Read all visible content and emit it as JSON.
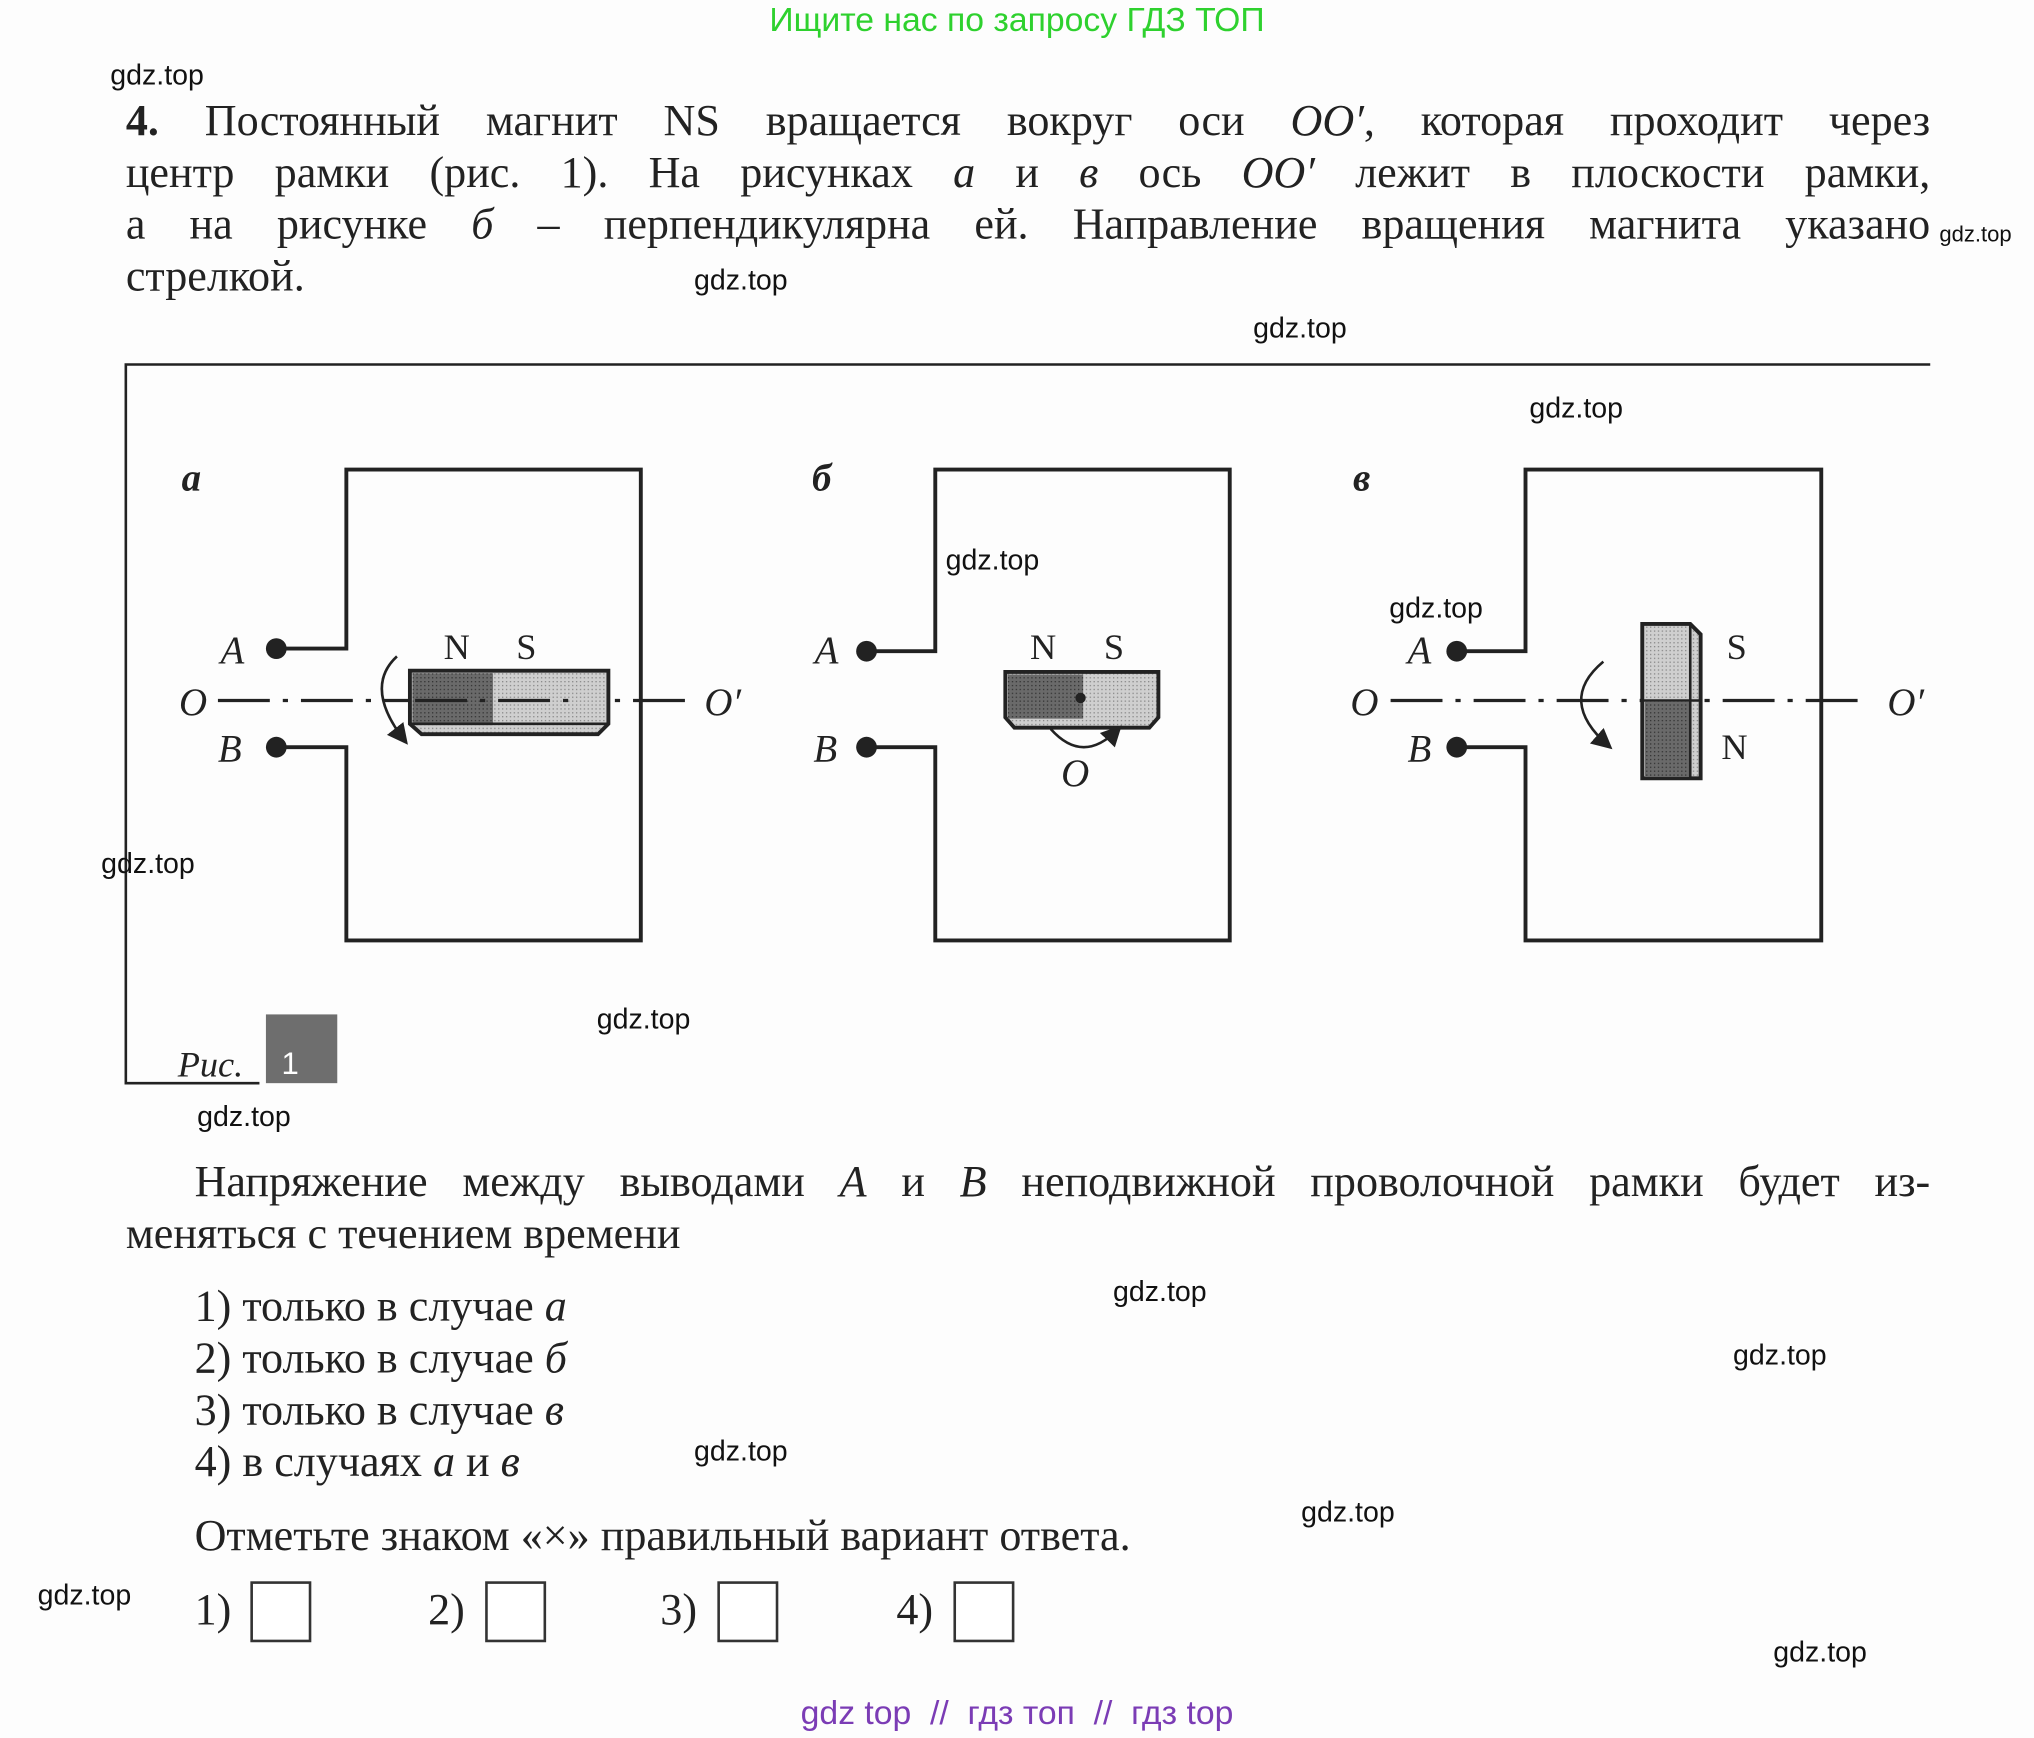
{
  "banner_top": "Ищите нас по запросу ГДЗ ТОП",
  "banner_bottom": "gdz top  //  гдз топ  //  гдз top",
  "watermark": "gdz.top",
  "problem": {
    "number": "4.",
    "l1a": " Постоянный магнит NS вращается вокруг оси ",
    "axis": "OO′",
    "l1b": ", которая проходит через",
    "l2a": "центр рамки (рис. 1). На рисунках ",
    "a": "а",
    "and": " и ",
    "v": "в",
    "l2b": " ось ",
    "l2c": " лежит в плоскости рамки,",
    "l3a": "а на рисунке ",
    "b": "б",
    "l3b": " – перпендикулярна ей. Направление вращения магнита указано",
    "l4": "стрелкой."
  },
  "figure": {
    "caption": "Рис.",
    "number": "1",
    "panel_labels": [
      "а",
      "б",
      "в"
    ],
    "terminal_a": "A",
    "terminal_b": "B",
    "axis_o": "O",
    "axis_o_prime": "O′",
    "pole_n": "N",
    "pole_s": "S"
  },
  "question": {
    "q1a": "Напряжение между выводами ",
    "A": "A",
    "and": " и ",
    "B": "B",
    "q1b": " неподвижной проволочной рамки будет из-",
    "q2": "меняться с течением времени"
  },
  "options": [
    {
      "text": "1) только в случае ",
      "case": "а"
    },
    {
      "text": "2) только в случае ",
      "case": "б"
    },
    {
      "text": "3) только в случае ",
      "case": "в"
    },
    {
      "text": "4) в случаях ",
      "case": "а",
      "and": " и ",
      "case2": "в"
    }
  ],
  "instruction": "Отметьте знаком «×» правильный вариант ответа.",
  "answers": [
    "1)",
    "2)",
    "3)",
    "4)"
  ]
}
